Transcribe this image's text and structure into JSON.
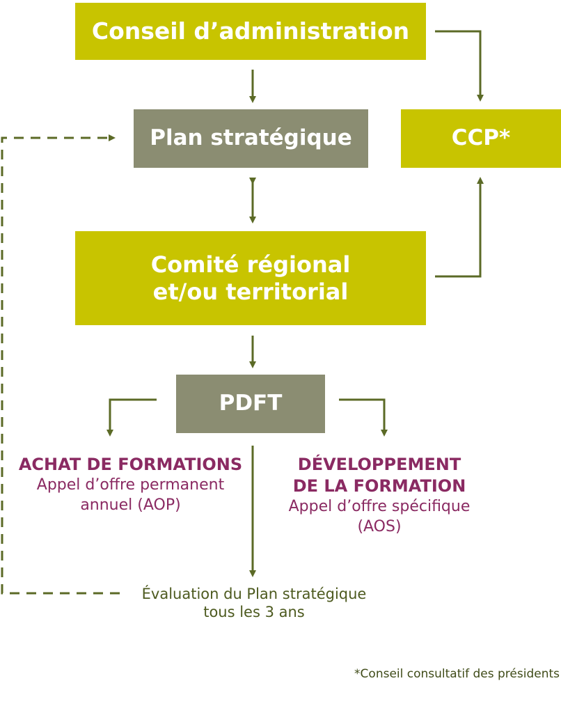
{
  "boxes": {
    "conseil": "Conseil d’administration",
    "plan": "Plan stratégique",
    "ccp": "CCP*",
    "comite": "Comité régional et/ou territorial",
    "pdft": "PDFT"
  },
  "achat": {
    "title": "ACHAT DE FORMATIONS",
    "line1": "Appel d’offre permanent",
    "line2": "annuel  (AOP)"
  },
  "developpement": {
    "title1": "DÉVELOPPEMENT",
    "title2": "DE LA FORMATION",
    "line1": "Appel d’offre spécifique",
    "line2": "(AOS)"
  },
  "evaluation": {
    "line1": "Évaluation du Plan stratégique",
    "line2": "tous les 3 ans"
  },
  "footnote": "*Conseil consultatif des présidents",
  "colors": {
    "box_lime": "#c8c400",
    "box_gray": "#8b8d72",
    "arrow": "#5b6a26",
    "label_purple": "#8a2a62"
  }
}
